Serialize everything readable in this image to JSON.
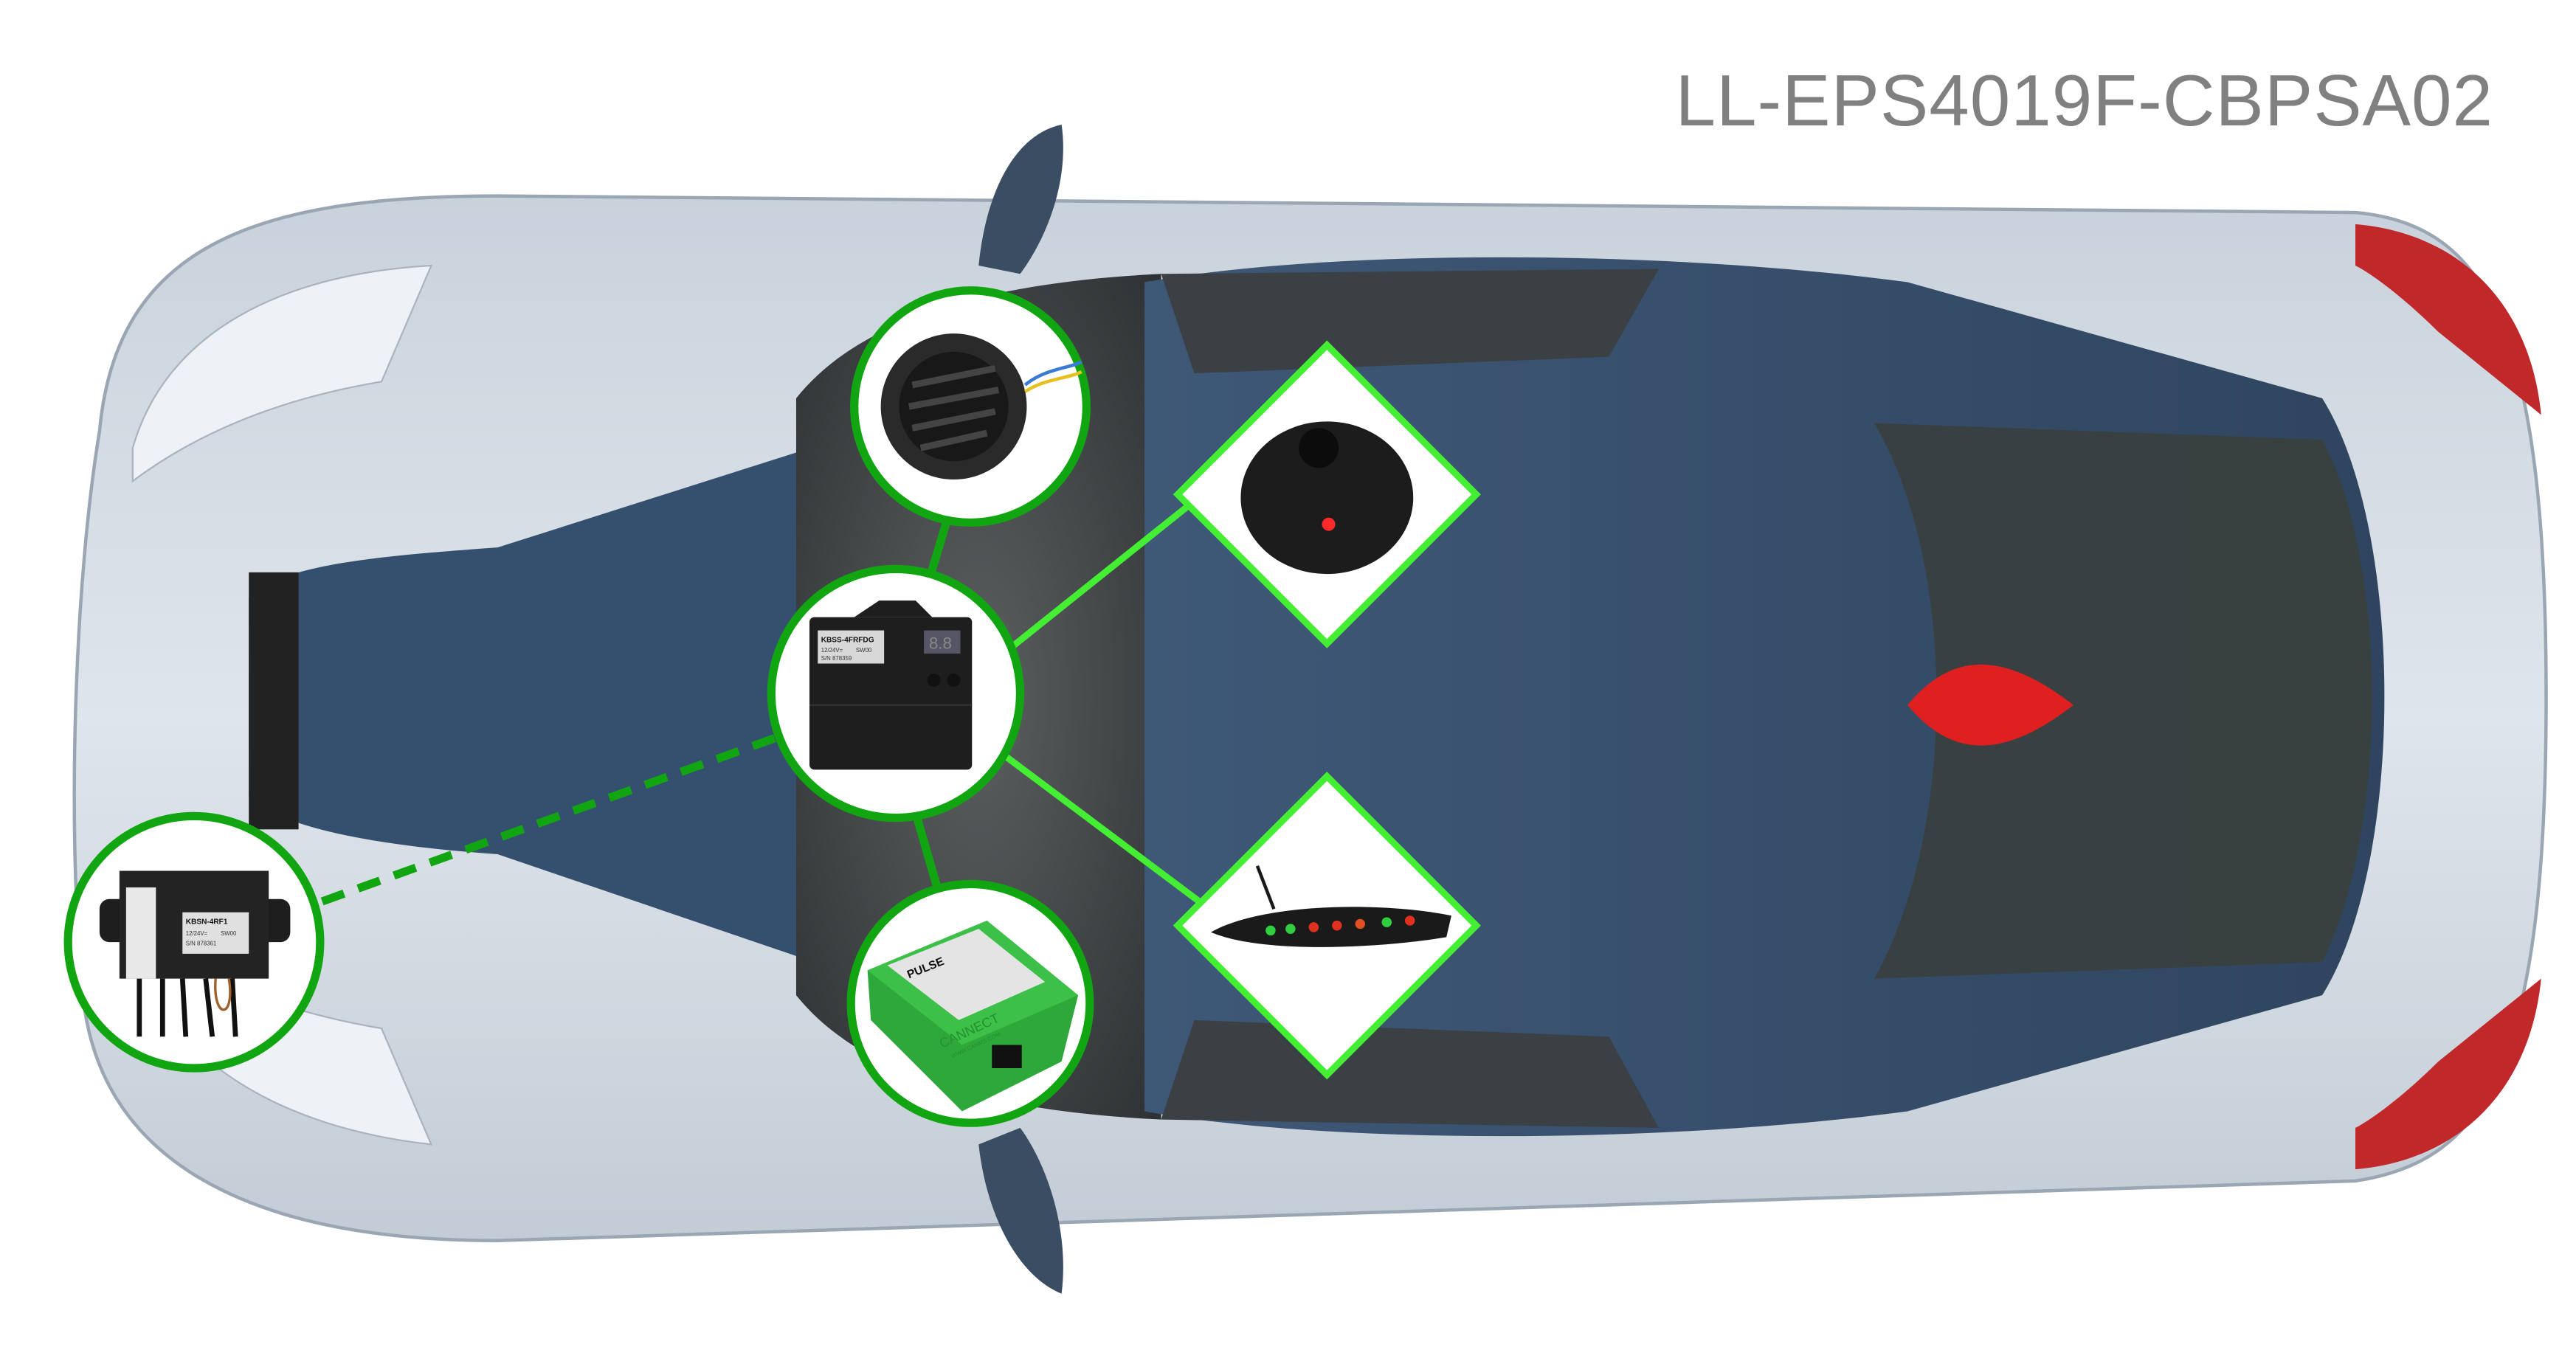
{
  "title": "LL-EPS4019F-CBPSA02",
  "colors": {
    "ring": "#11a611",
    "connector": "#44ee33",
    "accent_red": "#e02020",
    "title": "#808080"
  },
  "devices": {
    "main_unit": {
      "model": "KBSS-4FRFDG",
      "voltage": "12/24V=",
      "sw": "SW00",
      "serial": "S/N 878359",
      "display": "8.8"
    },
    "front_module": {
      "model": "KBSN-4RF1",
      "voltage": "12/24V=",
      "sw": "SW00",
      "serial": "S/N 878361"
    },
    "canbus": {
      "brand": "CANNECT",
      "product": "PULSE",
      "site": "WWW.CANMS.COM"
    },
    "buzzer": {
      "icon": "buzzer-icon"
    },
    "button": {
      "icon": "push-button-icon"
    },
    "display": {
      "icon": "led-display-icon"
    }
  }
}
